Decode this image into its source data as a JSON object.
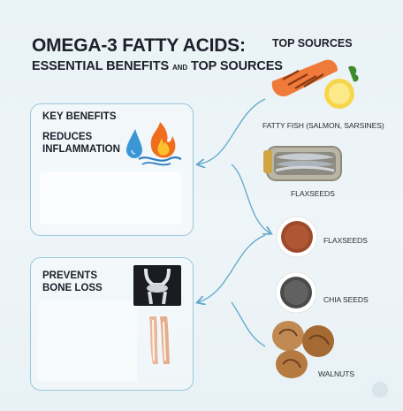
{
  "header": {
    "title_line1": "OMEGA-3 FATTY ACIDS:",
    "title_line2_a": "ESSENTIAL BENEFITS ",
    "title_line2_small": "AND",
    "title_line2_b": " TOP SOURCES",
    "top_sources": "TOP SOURCES"
  },
  "benefits": {
    "heading": "KEY BENEFITS",
    "items": [
      {
        "label": "REDUCES INFLAMMATION",
        "icon": "water-and-flame-icon"
      },
      {
        "label": "PREVENTS BONE LOSS",
        "icon": "xray-knee-icon"
      }
    ]
  },
  "sources": [
    {
      "label": "FATTY FISH (SALMON, SARSINES)",
      "icon": "salmon-lemon-icon"
    },
    {
      "label": "FLAXSEEDS",
      "icon": "sardine-tin-icon"
    },
    {
      "label": "FLAXSEEDS",
      "icon": "flaxseed-bowl-icon"
    },
    {
      "label": "CHIA SEEDS",
      "icon": "chia-bowl-icon"
    },
    {
      "label": "WALNUTS",
      "icon": "walnuts-icon"
    }
  ],
  "colors": {
    "card_border": "#9cc8dc",
    "arrow": "#5fa8c9",
    "background": "#e9f2f6"
  }
}
